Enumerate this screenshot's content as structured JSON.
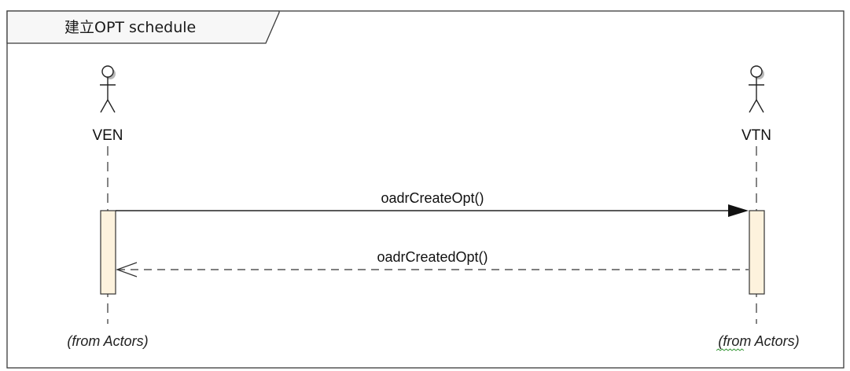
{
  "frame": {
    "title": "建立OPT schedule"
  },
  "actors": [
    {
      "name": "VEN",
      "origin": "(from Actors)"
    },
    {
      "name": "VTN",
      "origin": "(from Actors)"
    }
  ],
  "messages": [
    {
      "label": "oadrCreateOpt()",
      "from": "VEN",
      "to": "VTN",
      "kind": "synchronous-call"
    },
    {
      "label": "oadrCreatedOpt()",
      "from": "VTN",
      "to": "VEN",
      "kind": "reply"
    }
  ],
  "colors": {
    "frame_border": "#3a3a3a",
    "frame_tab_fill": "#f7f7f7",
    "activation_fill": "#fdf2dd",
    "line": "#222222",
    "actor_shadow": "#b8b8b8",
    "squiggle": "#3c9a3c"
  }
}
